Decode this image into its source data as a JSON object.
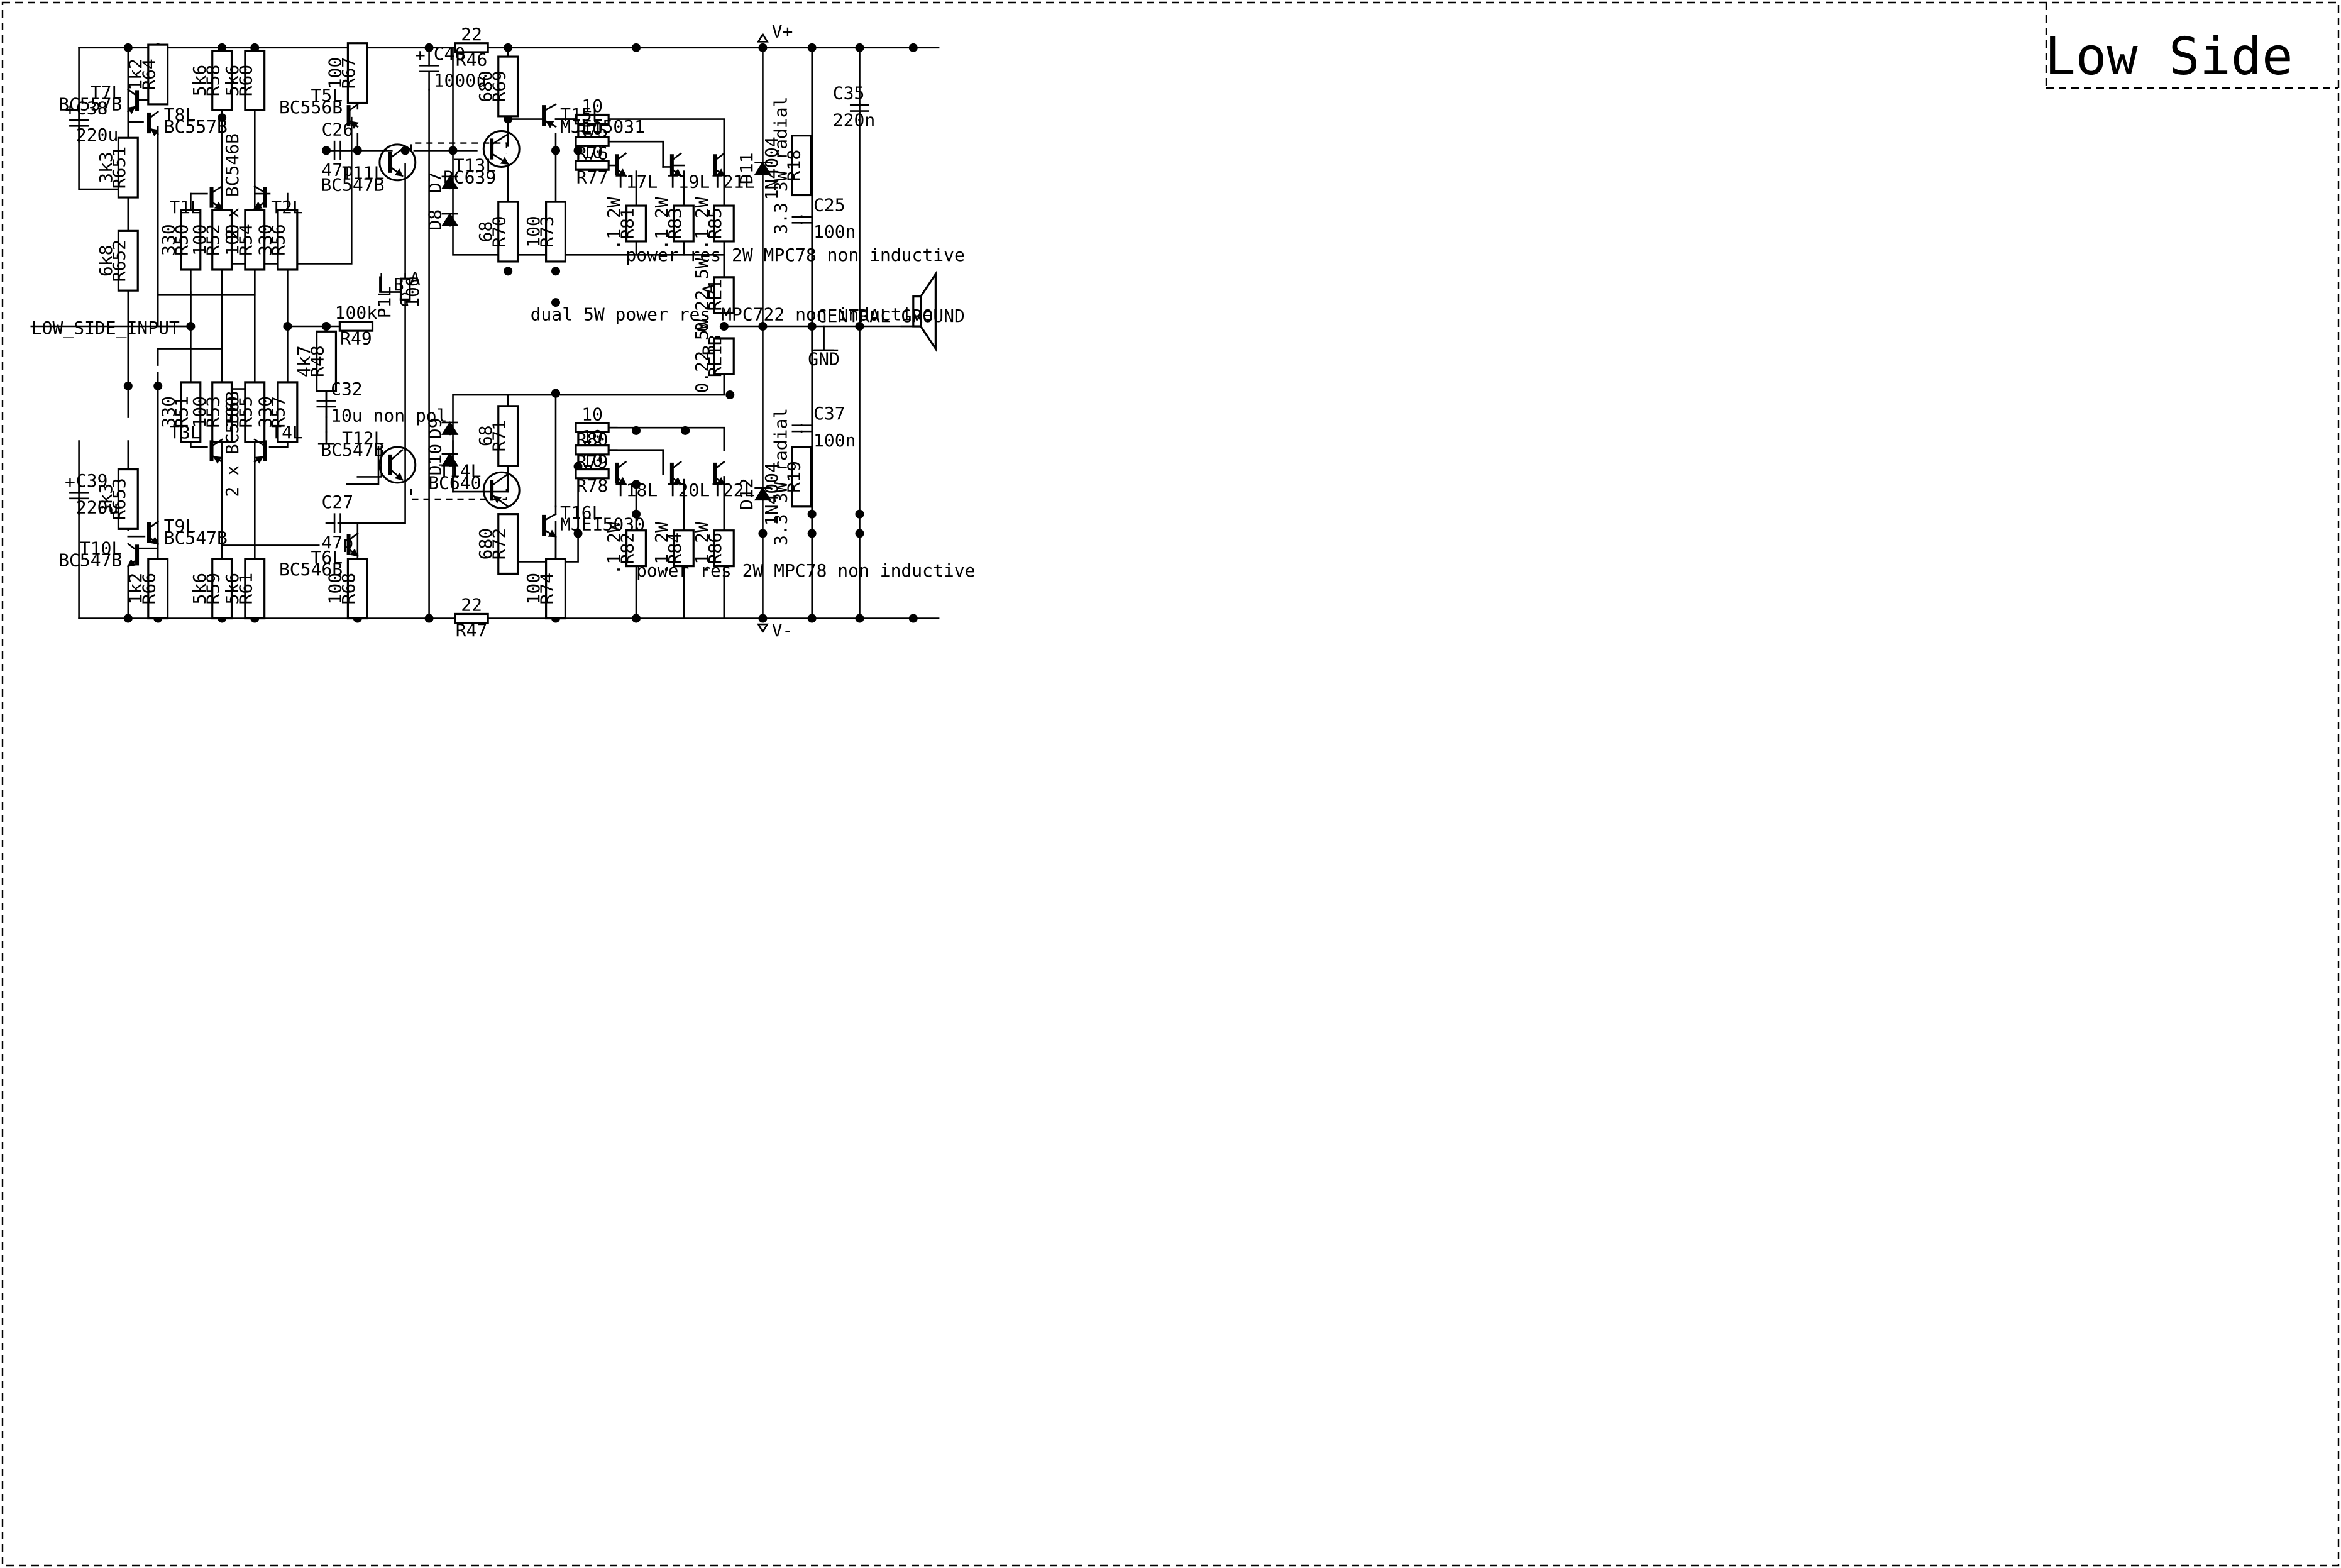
{
  "title": "Low Side",
  "nets": {
    "vplus": "V+",
    "vminus": "V-",
    "input": "LOW_SIDE_INPUT",
    "ground": "CENTRAL GROUND",
    "gnd": "GND"
  },
  "notes": {
    "power_res_top": "power res 2W MPC78 non inductive",
    "power_res_bottom": "power res 2W MPC78 non inductive",
    "dual_res": "dual 5W power res MPC722 non inductive",
    "pair_top": "2 x BC546B",
    "pair_bottom": "2 x BC556B"
  },
  "parts": [
    {
      "ref": "R46",
      "value": "22"
    },
    {
      "ref": "R47",
      "value": "22"
    },
    {
      "ref": "C40",
      "value": "1000u"
    },
    {
      "ref": "R64",
      "value": "1k2"
    },
    {
      "ref": "T7L",
      "value": "BC557B"
    },
    {
      "ref": "T8L",
      "value": "BC557B"
    },
    {
      "ref": "C38",
      "value": "220u"
    },
    {
      "ref": "R651",
      "value": "3k3"
    },
    {
      "ref": "R652",
      "value": "6k8"
    },
    {
      "ref": "R653",
      "value": "3k3"
    },
    {
      "ref": "C39",
      "value": "220u"
    },
    {
      "ref": "T9L",
      "value": "BC547B"
    },
    {
      "ref": "T10L",
      "value": "BC547B"
    },
    {
      "ref": "R66",
      "value": "1k2"
    },
    {
      "ref": "R58",
      "value": "5k6"
    },
    {
      "ref": "R60",
      "value": "5k6"
    },
    {
      "ref": "T1L",
      "value": ""
    },
    {
      "ref": "T2L",
      "value": ""
    },
    {
      "ref": "R50",
      "value": "330"
    },
    {
      "ref": "R52",
      "value": "100"
    },
    {
      "ref": "R54",
      "value": "100"
    },
    {
      "ref": "R56",
      "value": "330"
    },
    {
      "ref": "R51",
      "value": "330"
    },
    {
      "ref": "R53",
      "value": "100"
    },
    {
      "ref": "R55",
      "value": "100"
    },
    {
      "ref": "R57",
      "value": "330"
    },
    {
      "ref": "T3L",
      "value": ""
    },
    {
      "ref": "T4L",
      "value": ""
    },
    {
      "ref": "R59",
      "value": "5k6"
    },
    {
      "ref": "R61",
      "value": "5k6"
    },
    {
      "ref": "R67",
      "value": "100"
    },
    {
      "ref": "T5L",
      "value": "BC556B"
    },
    {
      "ref": "C26",
      "value": "47p"
    },
    {
      "ref": "T11L",
      "value": "BC547B"
    },
    {
      "ref": "P1L",
      "value": "100"
    },
    {
      "ref": "R49",
      "value": "100k"
    },
    {
      "ref": "R48",
      "value": "4k7"
    },
    {
      "ref": "C32",
      "value": "10u non pol"
    },
    {
      "ref": "T12L",
      "value": "BC547B"
    },
    {
      "ref": "C27",
      "value": "47p"
    },
    {
      "ref": "T6L",
      "value": "BC546B"
    },
    {
      "ref": "R68",
      "value": "100"
    },
    {
      "ref": "R69",
      "value": "680"
    },
    {
      "ref": "T13L",
      "value": "BC639"
    },
    {
      "ref": "D7",
      "value": ""
    },
    {
      "ref": "D8",
      "value": ""
    },
    {
      "ref": "R70",
      "value": "68"
    },
    {
      "ref": "T15L",
      "value": "MJE15031"
    },
    {
      "ref": "R73",
      "value": "100"
    },
    {
      "ref": "R75",
      "value": "10"
    },
    {
      "ref": "R76",
      "value": "10"
    },
    {
      "ref": "R77",
      "value": "10"
    },
    {
      "ref": "T17L",
      "value": ""
    },
    {
      "ref": "T19L",
      "value": ""
    },
    {
      "ref": "T21L",
      "value": ""
    },
    {
      "ref": "R81",
      "value": ".1 2W"
    },
    {
      "ref": "R83",
      "value": ".1 2W"
    },
    {
      "ref": "R85",
      "value": ".1 2W"
    },
    {
      "ref": "D9",
      "value": ""
    },
    {
      "ref": "D10",
      "value": ""
    },
    {
      "ref": "R71",
      "value": "68"
    },
    {
      "ref": "T14L",
      "value": "BC640"
    },
    {
      "ref": "R72",
      "value": "680"
    },
    {
      "ref": "T16L",
      "value": "MJE15030"
    },
    {
      "ref": "R74",
      "value": "100"
    },
    {
      "ref": "R80",
      "value": "10"
    },
    {
      "ref": "R79",
      "value": "10"
    },
    {
      "ref": "R78",
      "value": "10"
    },
    {
      "ref": "T18L",
      "value": ""
    },
    {
      "ref": "T20L",
      "value": ""
    },
    {
      "ref": "T22L",
      "value": ""
    },
    {
      "ref": "R82",
      "value": ".1 2W"
    },
    {
      "ref": "R84",
      "value": ".1 2W"
    },
    {
      "ref": "R86",
      "value": ".1 2W"
    },
    {
      "ref": "RE1",
      "value": "0.22 5W"
    },
    {
      "ref": "RE1B",
      "value": "0.22 5W"
    },
    {
      "ref": "D11",
      "value": "1N4004"
    },
    {
      "ref": "D12",
      "value": "1N4004"
    },
    {
      "ref": "R18",
      "value": "3.3 3W radial"
    },
    {
      "ref": "R19",
      "value": "3.3 3W radial"
    },
    {
      "ref": "C25",
      "value": "100n"
    },
    {
      "ref": "C37",
      "value": "100n"
    },
    {
      "ref": "C35",
      "value": "220n"
    }
  ],
  "pins": {
    "a": "A",
    "b": "B",
    "c": "C",
    "re_a": "A",
    "re_b": "B",
    "pol": "+"
  }
}
